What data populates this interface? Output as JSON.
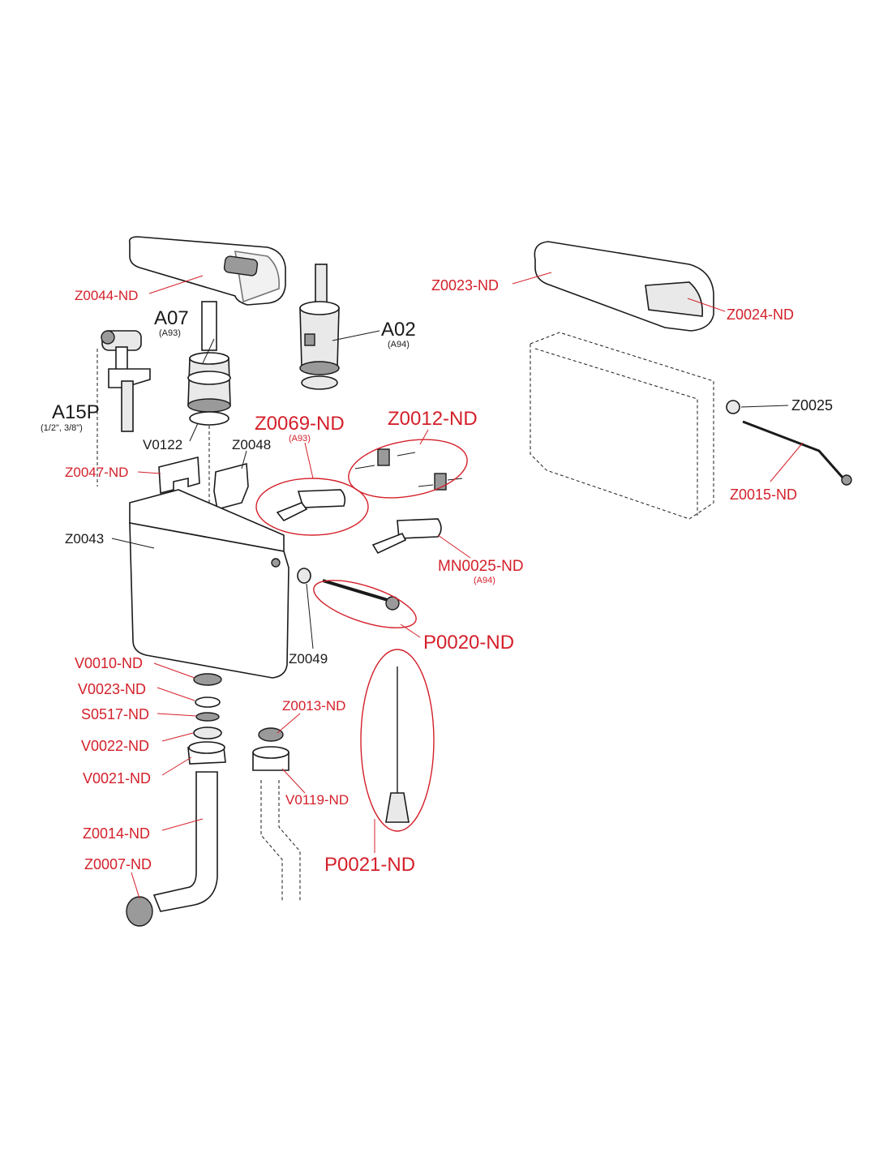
{
  "labels": {
    "z0044": "Z0044-ND",
    "a07": "A07",
    "a07_sub": "(A93)",
    "a02": "A02",
    "a02_sub": "(A94)",
    "a15p": "A15P",
    "a15p_sub": "(1/2\", 3/8\")",
    "v0122": "V0122",
    "z0048": "Z0048",
    "z0069": "Z0069-ND",
    "z0069_sub": "(A93)",
    "z0012": "Z0012-ND",
    "z0047": "Z0047-ND",
    "z0043": "Z0043",
    "mn0025": "MN0025-ND",
    "mn0025_sub": "(A94)",
    "z0049": "Z0049",
    "p0020": "P0020-ND",
    "v0010": "V0010-ND",
    "v0023": "V0023-ND",
    "s0517": "S0517-ND",
    "v0022": "V0022-ND",
    "v0021": "V0021-ND",
    "z0014": "Z0014-ND",
    "z0007": "Z0007-ND",
    "z0013": "Z0013-ND",
    "v0119": "V0119-ND",
    "p0021": "P0021-ND",
    "z0023": "Z0023-ND",
    "z0024": "Z0024-ND",
    "z0025": "Z0025",
    "z0015": "Z0015-ND"
  },
  "colors": {
    "highlight": "#d4202a",
    "line": "#1a1a1a"
  }
}
